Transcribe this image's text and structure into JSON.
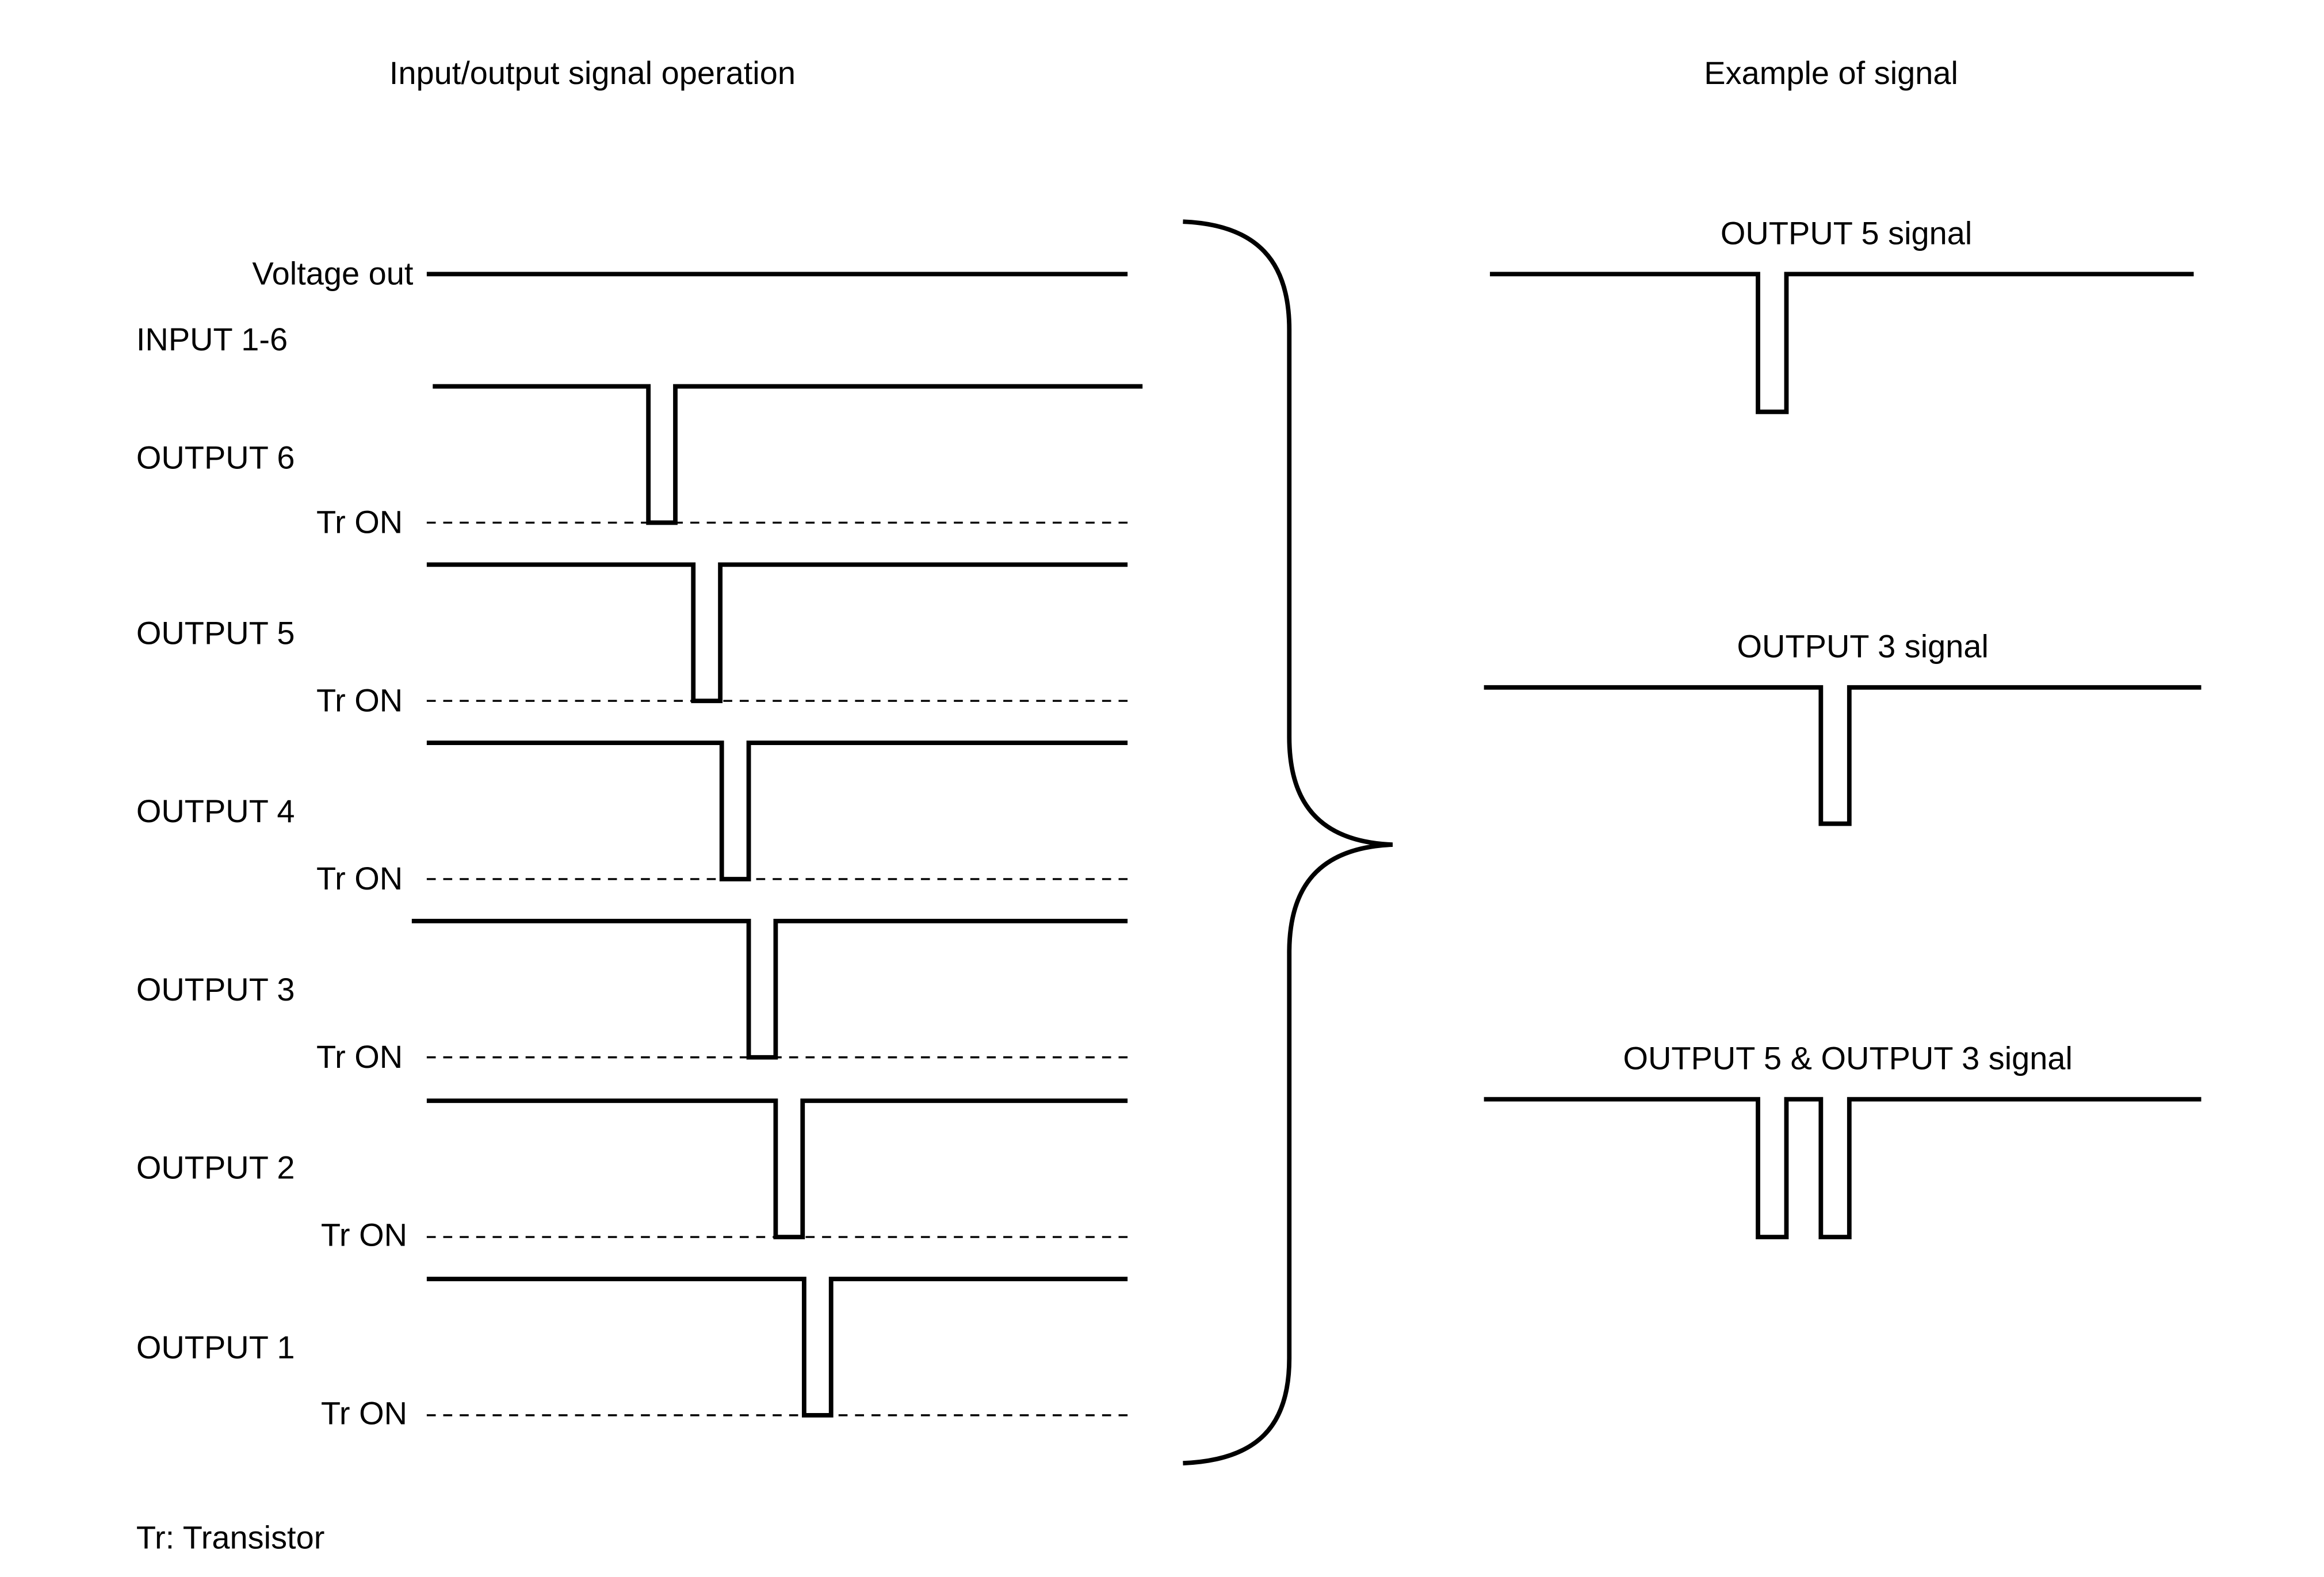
{
  "headings": {
    "left": "Input/output signal operation",
    "right": "Example of signal"
  },
  "labels": {
    "voltage_out": "Voltage out",
    "input": "INPUT 1-6",
    "tr_on": "Tr ON",
    "footnote": "Tr: Transistor"
  },
  "outputs": [
    {
      "label": "OUTPUT 6"
    },
    {
      "label": "OUTPUT 5"
    },
    {
      "label": "OUTPUT 4"
    },
    {
      "label": "OUTPUT 3"
    },
    {
      "label": "OUTPUT 2"
    },
    {
      "label": "OUTPUT 1"
    }
  ],
  "examples": [
    {
      "title": "OUTPUT 5 signal"
    },
    {
      "title": "OUTPUT 3 signal"
    },
    {
      "title": "OUTPUT 5 & OUTPUT 3 signal"
    }
  ]
}
